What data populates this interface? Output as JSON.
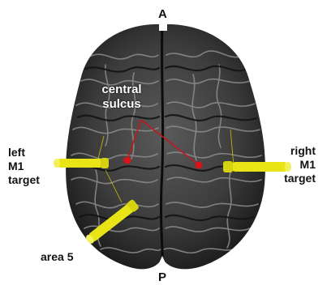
{
  "orientation": {
    "anterior": "A",
    "posterior": "P"
  },
  "annotations": {
    "central_sulcus": [
      "central",
      "sulcus"
    ],
    "left_target": [
      "left",
      "M1",
      "target"
    ],
    "right_target": [
      "right",
      "M1",
      "target"
    ],
    "area5": "area 5"
  },
  "colors": {
    "probe": "#e8e415",
    "marker": "#d8141a",
    "pointer_line": "#c0181c",
    "cortex_dark": "#232323",
    "cortex_light": "#8a8a8a",
    "background": "#ffffff"
  }
}
